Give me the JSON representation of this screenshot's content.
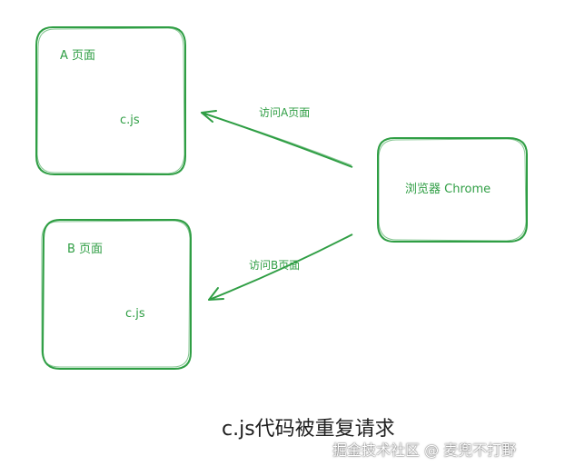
{
  "colors": {
    "stroke": "#2f9e44",
    "caption": "#1e1e1e",
    "background": "#ffffff"
  },
  "nodes": {
    "page_a": {
      "title": "A 页面",
      "inner": "c.js"
    },
    "page_b": {
      "title": "B 页面",
      "inner": "c.js"
    },
    "browser": {
      "label": "浏览器 Chrome"
    }
  },
  "edges": {
    "to_a": {
      "label": "访问A页面"
    },
    "to_b": {
      "label": "访问B页面"
    }
  },
  "caption": "c.js代码被重复请求",
  "watermark": "掘金技术社区 @ 麦兜不打野"
}
